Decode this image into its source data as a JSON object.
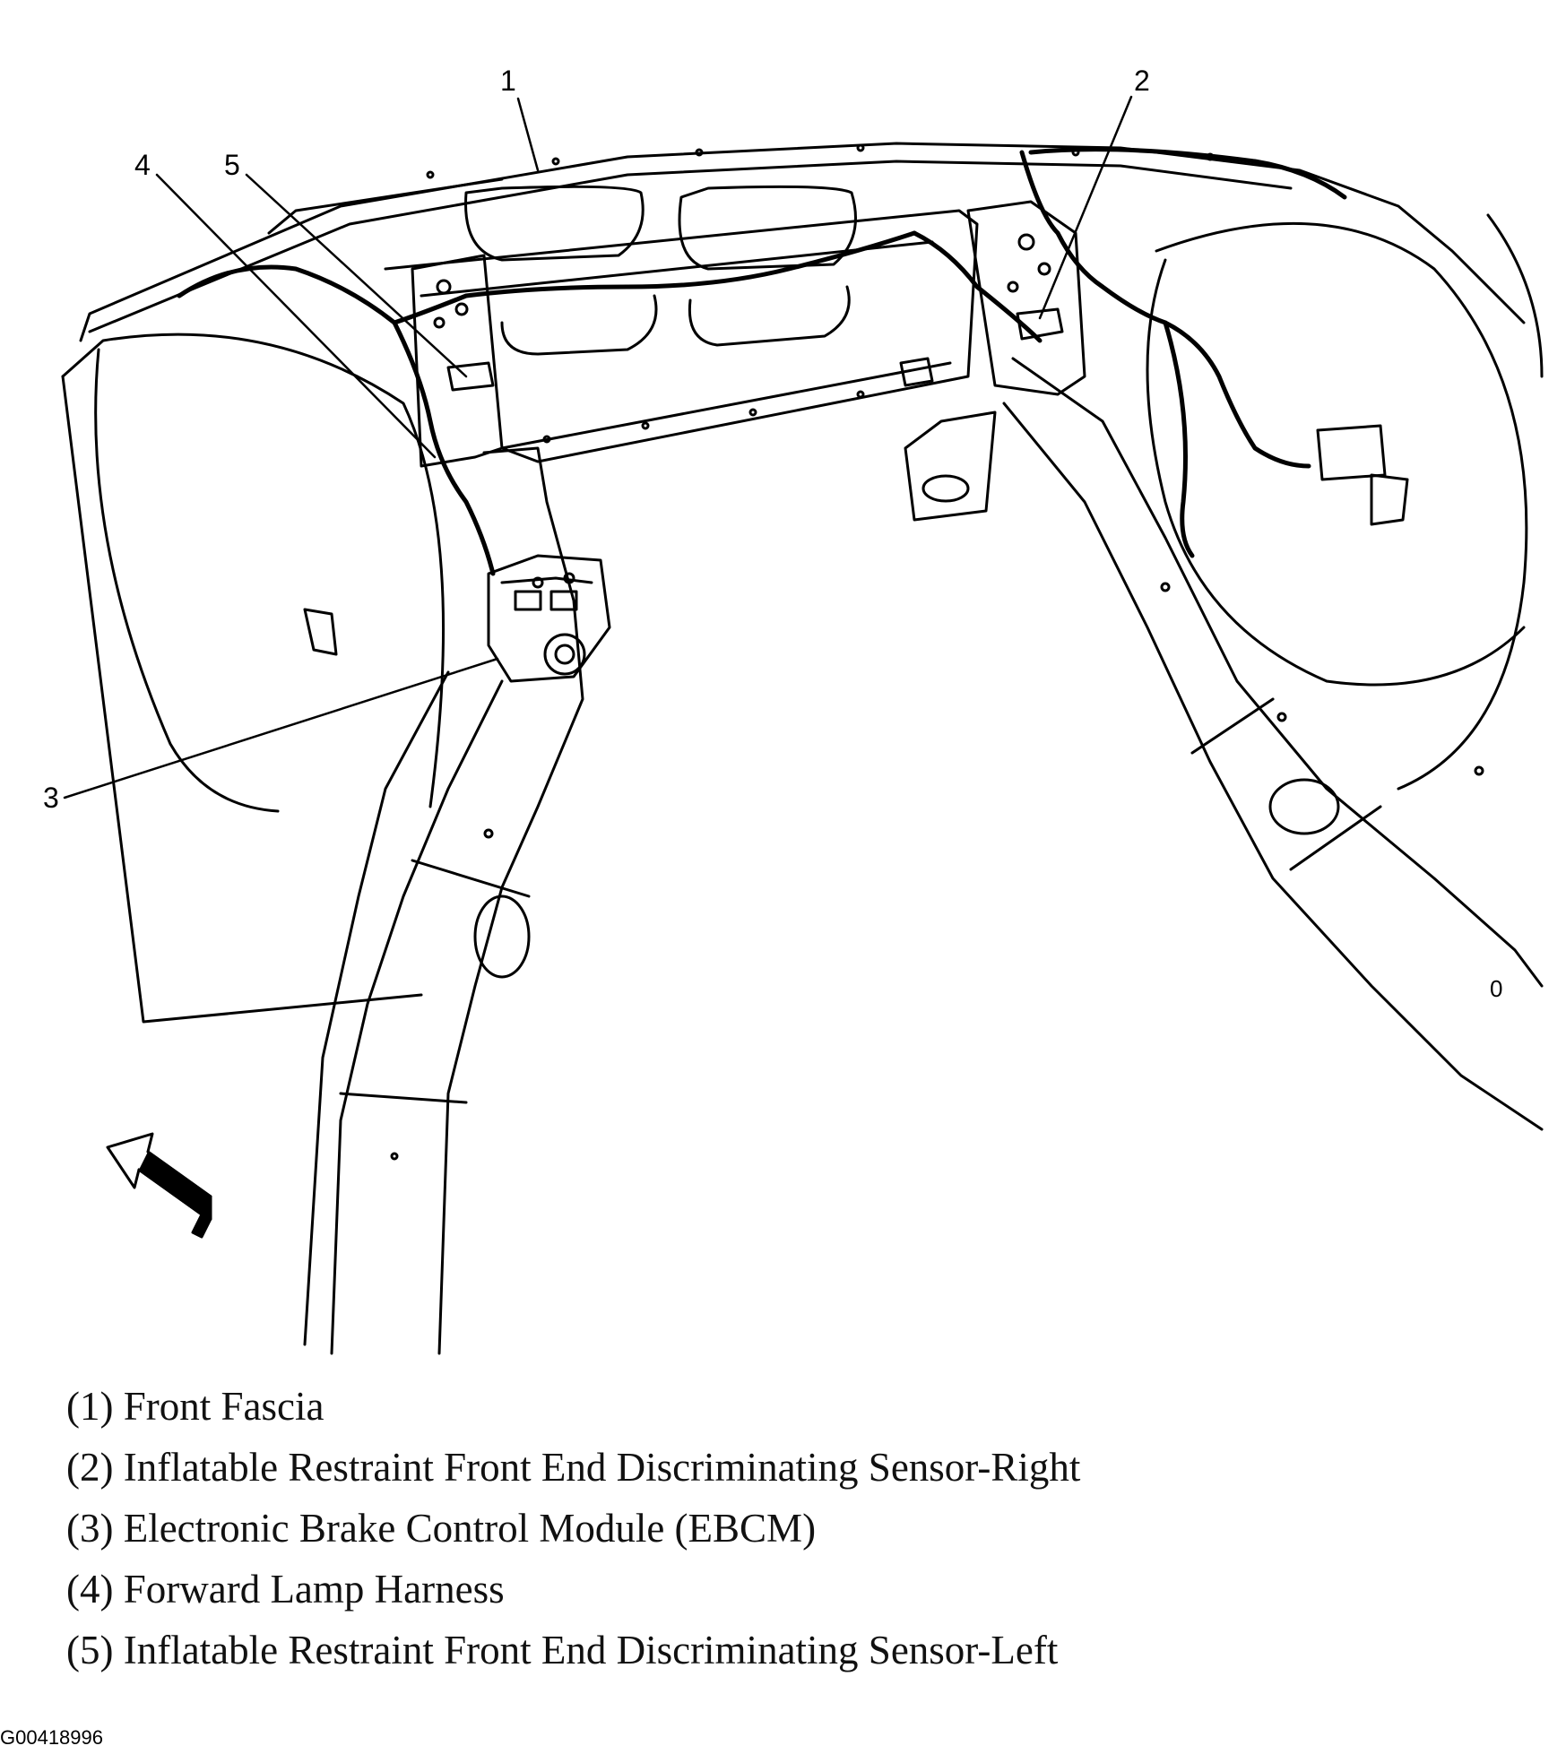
{
  "callouts": [
    {
      "number": "1"
    },
    {
      "number": "2"
    },
    {
      "number": "3"
    },
    {
      "number": "4"
    },
    {
      "number": "5"
    }
  ],
  "legend": [
    {
      "text": "(1) Front Fascia"
    },
    {
      "text": "(2) Inflatable Restraint Front End Discriminating Sensor-Right"
    },
    {
      "text": "(3) Electronic Brake Control Module (EBCM)"
    },
    {
      "text": "(4) Forward Lamp Harness"
    },
    {
      "text": "(5) Inflatable Restraint Front End Discriminating Sensor-Left"
    }
  ],
  "figure_id": "G00418996",
  "frame_mark": "0",
  "icons": [
    "front-direction-arrow-icon"
  ]
}
